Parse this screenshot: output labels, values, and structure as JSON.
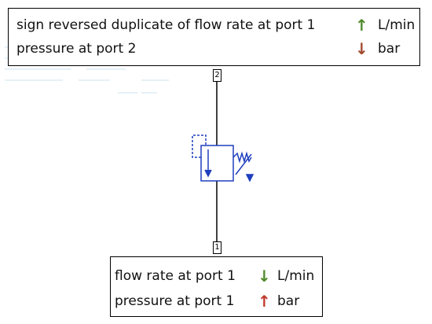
{
  "top_panel": {
    "rows": [
      {
        "label": "sign reversed duplicate of flow rate at port 1",
        "unit": "L/min",
        "arrow": "up-arrow-icon",
        "arrow_color": "#4f8a2b"
      },
      {
        "label": "pressure at port 2",
        "unit": "bar",
        "arrow": "down-arrow-icon",
        "arrow_color": "#a0462a"
      }
    ]
  },
  "bottom_panel": {
    "rows": [
      {
        "label": "flow rate at port 1",
        "unit": "L/min",
        "arrow": "down-arrow-icon",
        "arrow_color": "#4f8a2b"
      },
      {
        "label": "pressure at port 1",
        "unit": "bar",
        "arrow": "up-arrow-icon",
        "arrow_color": "#c0392b"
      }
    ]
  },
  "ports": {
    "top": "2",
    "bottom": "1"
  },
  "component": {
    "name": "valve-icon",
    "color": "#1f3fbf"
  },
  "arrows": {
    "up": "↑",
    "down": "↓"
  }
}
